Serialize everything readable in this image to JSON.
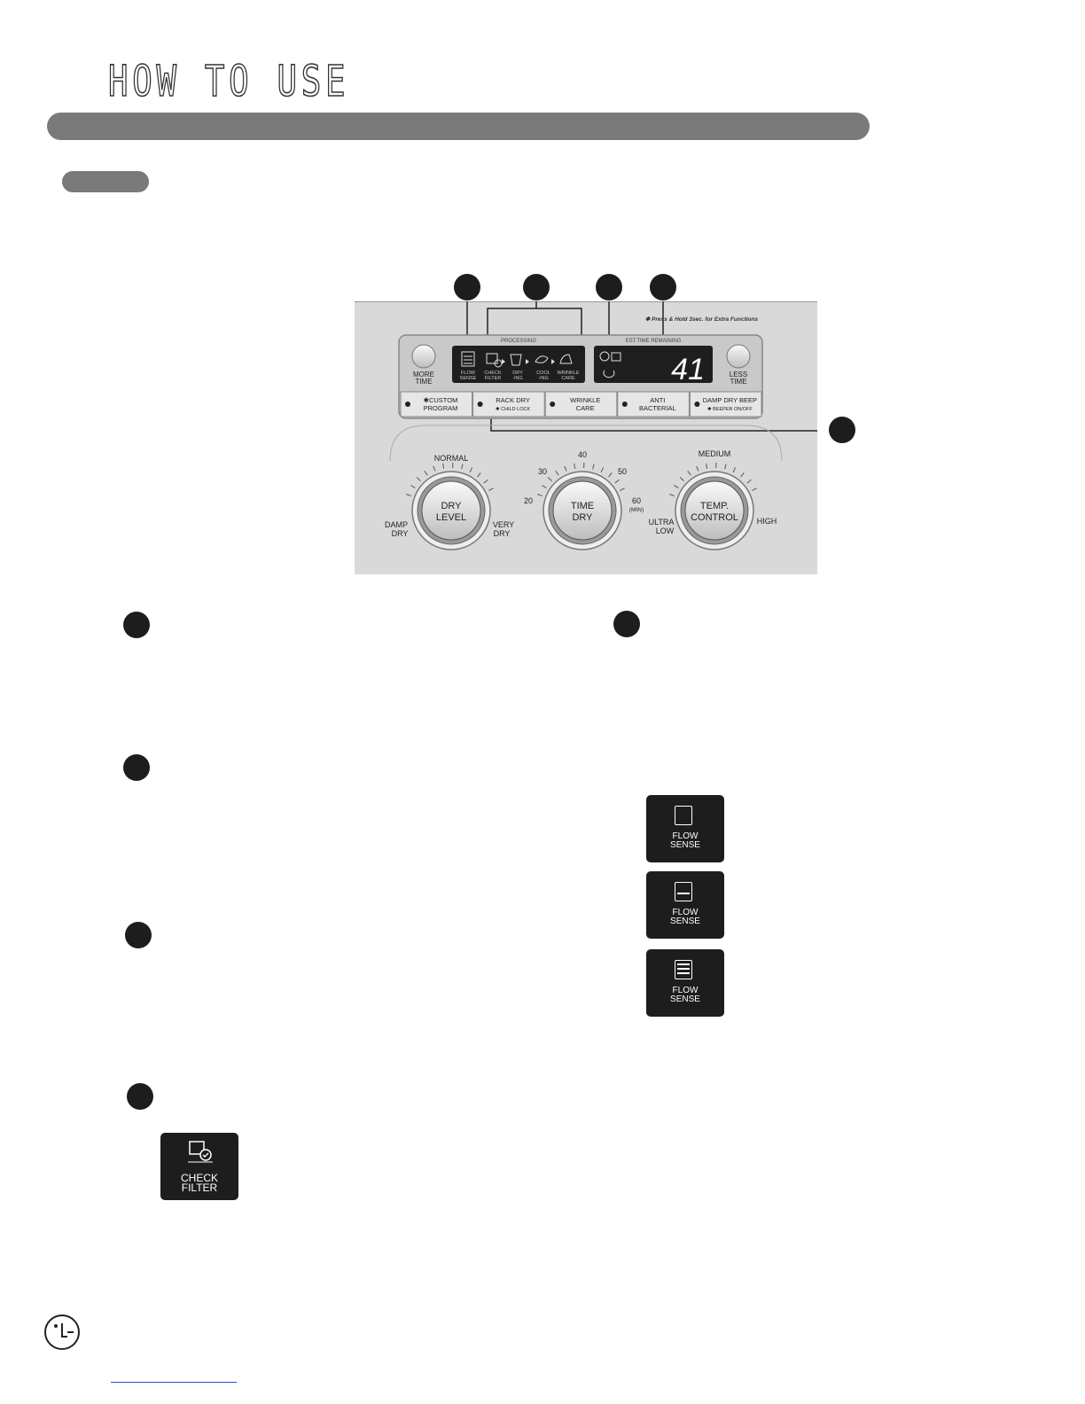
{
  "header": {
    "title": "HOW TO USE"
  },
  "panel": {
    "note": "✱ Press & Hold 3sec. for Extra Functions",
    "processing_label": "PROCESSING",
    "est_label": "EST.TIME REMAINING",
    "display_value": "41",
    "stages": [
      "FLOW SENSE",
      "CHECK FILTER",
      "DRY -ING",
      "COOL -ING",
      "WRINKLE CARE"
    ],
    "more_time": [
      "MORE",
      "TIME"
    ],
    "less_time": [
      "LESS",
      "TIME"
    ],
    "buttons": [
      {
        "l1": "✱CUSTOM",
        "l2": "PROGRAM"
      },
      {
        "l1": "RACK DRY",
        "l2": "✱ CHILD LOCK"
      },
      {
        "l1": "WRINKLE",
        "l2": "CARE"
      },
      {
        "l1": "ANTI",
        "l2": "BACTERIAL"
      },
      {
        "l1": "DAMP DRY BEEP",
        "l2": "✱ BEEPER ON/OFF"
      }
    ],
    "dial_dry": {
      "l1": "DRY",
      "l2": "LEVEL",
      "top": "NORMAL",
      "left": [
        "DAMP",
        "DRY"
      ],
      "right": [
        "VERY",
        "DRY"
      ]
    },
    "dial_time": {
      "l1": "TIME",
      "l2": "DRY",
      "t20": "20",
      "t30": "30",
      "t40": "40",
      "t50": "50",
      "t60": "60",
      "unit": "(MIN)"
    },
    "dial_temp": {
      "l1": "TEMP.",
      "l2": "CONTROL",
      "top": "MEDIUM",
      "left": [
        "ULTRA",
        "LOW"
      ],
      "right": "HIGH"
    }
  },
  "flow_sense_label": [
    "FLOW",
    "SENSE"
  ],
  "check_filter": [
    "CHECK",
    "FILTER"
  ]
}
